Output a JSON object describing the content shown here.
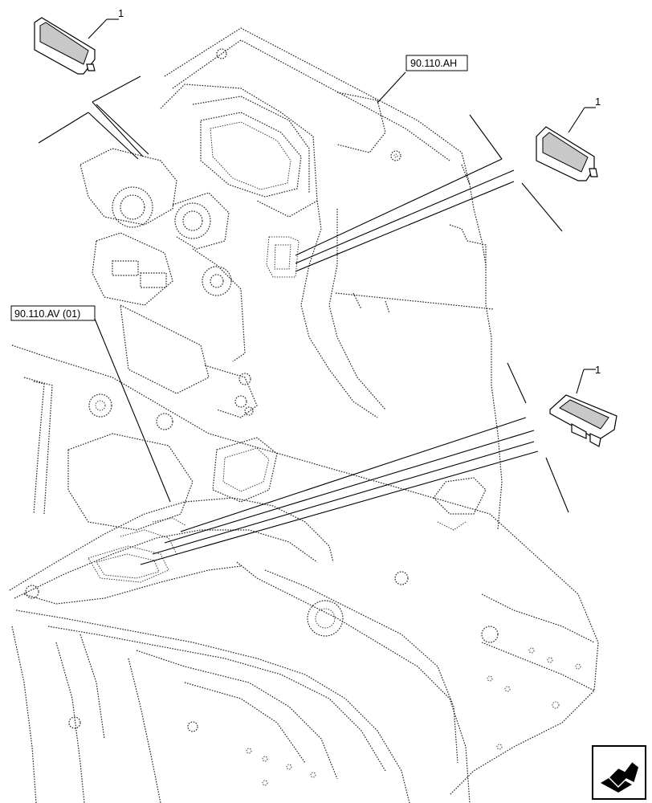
{
  "callouts": [
    {
      "label": "1"
    },
    {
      "label": "1"
    },
    {
      "label": "1"
    }
  ],
  "references": {
    "upper": "90.110.AH",
    "lower": "90.110.AV (01)"
  },
  "nav_icon": "next-page-arrow-icon"
}
